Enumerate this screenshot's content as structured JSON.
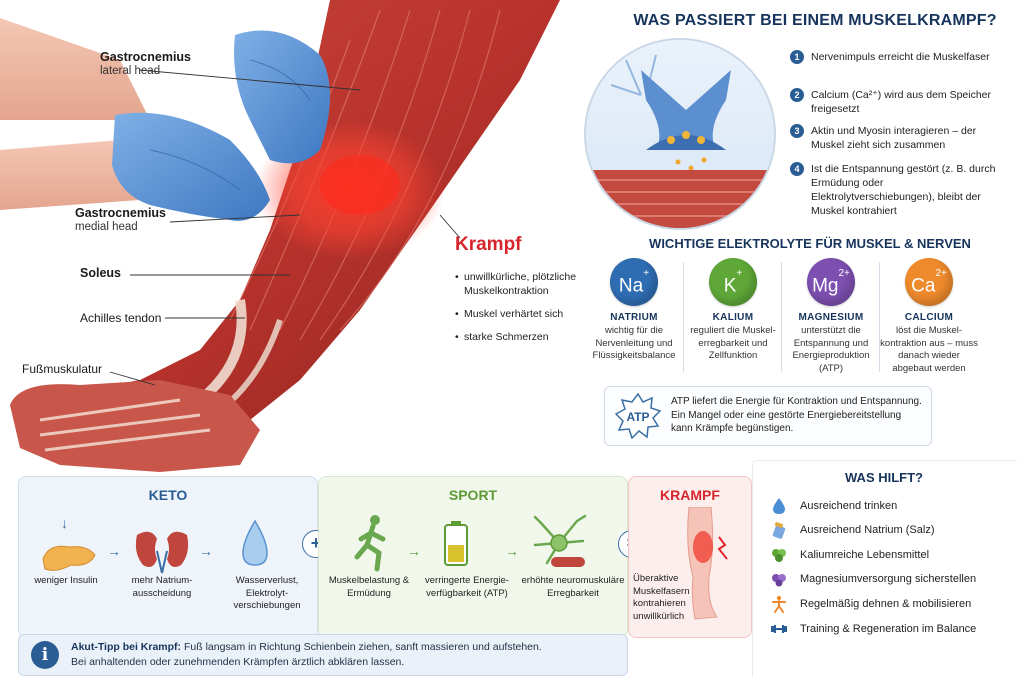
{
  "main_title": "WAS PASSIERT BEI EINEM MUSKELKRAMPF?",
  "leg_labels": {
    "gastrocnemius_lateral": {
      "name": "Gastrocnemius",
      "sub": "lateral head"
    },
    "gastrocnemius_medial": {
      "name": "Gastrocnemius",
      "sub": "medial head"
    },
    "soleus": "Soleus",
    "achilles": "Achilles tendon",
    "fussmuskulatur": "Fußmuskulatur"
  },
  "krampf": {
    "title": "Krampf",
    "bullets": [
      "unwillkürliche, plötzliche Muskelkontraktion",
      "Muskel verhärtet sich",
      "starke Schmerzen"
    ]
  },
  "steps": [
    {
      "num": "1",
      "text": "Nervenimpuls erreicht die Muskelfaser"
    },
    {
      "num": "2",
      "text": "Calcium (Ca²⁺) wird aus dem Speicher freigesetzt"
    },
    {
      "num": "3",
      "text": "Aktin und Myosin interagieren – der Muskel zieht sich zusammen"
    },
    {
      "num": "4",
      "text": "Ist die Entspannung gestört (z. B. durch Ermüdung oder Elektrolytverschiebungen), bleibt der Muskel kontrahiert"
    }
  ],
  "electrolytes_title": "WICHTIGE ELEKTROLYTE FÜR MUSKEL & NERVEN",
  "electrolytes": [
    {
      "symbol": "Na",
      "charge": "+",
      "name": "NATRIUM",
      "desc": "wichtig für die Nervenleitung und Flüssigkeitsbalance",
      "color": "#2f6db3"
    },
    {
      "symbol": "K",
      "charge": "+",
      "name": "KALIUM",
      "desc": "reguliert die Muskel-erregbarkeit und Zellfunktion",
      "color": "#5fa838"
    },
    {
      "symbol": "Mg",
      "charge": "2+",
      "name": "MAGNESIUM",
      "desc": "unterstützt die Entspannung und Energieproduktion (ATP)",
      "color": "#7d4fb0"
    },
    {
      "symbol": "Ca",
      "charge": "2+",
      "name": "CALCIUM",
      "desc": "löst die Muskel-kontraktion aus – muss danach wieder abgebaut werden",
      "color": "#ef8a2c"
    }
  ],
  "atp": {
    "badge": "ATP",
    "text": "ATP liefert die Energie für Kontraktion und Entspannung. Ein Mangel oder eine gestörte Energiebereitstellung kann Krämpfe begünstigen."
  },
  "keto": {
    "title": "KETO",
    "items": [
      "weniger Insulin",
      "mehr Natrium-ausscheidung",
      "Wasserverlust, Elektrolyt-verschiebungen"
    ]
  },
  "sport": {
    "title": "SPORT",
    "items": [
      "Muskelbelastung & Ermüdung",
      "verringerte Energie-verfügbarkeit (ATP)",
      "erhöhte neuromuskuläre Erregbarkeit"
    ]
  },
  "krampf_panel": {
    "title": "KRAMPF",
    "text": "Überaktive Muskelfasern kontrahieren unwillkürlich"
  },
  "operators": {
    "plus": "+",
    "equals": "="
  },
  "tip": {
    "icon": "i",
    "bold": "Akut-Tipp bei Krampf:",
    "line1": "Fuß langsam in Richtung Schienbein ziehen, sanft massieren und aufstehen.",
    "line2": "Bei anhaltenden oder zunehmenden Krämpfen ärztlich abklären lassen."
  },
  "help": {
    "title": "WAS HILFT?",
    "items": [
      {
        "icon": "water-drop-icon",
        "label": "Ausreichend trinken"
      },
      {
        "icon": "salt-shaker-icon",
        "label": "Ausreichend Natrium (Salz)"
      },
      {
        "icon": "vegetables-icon",
        "label": "Kaliumreiche Lebensmittel"
      },
      {
        "icon": "magnesium-icon",
        "label": "Magnesiumversorgung sicherstellen"
      },
      {
        "icon": "stretching-icon",
        "label": "Regelmäßig dehnen & mobilisieren"
      },
      {
        "icon": "dumbbell-icon",
        "label": "Training & Regeneration im Balance"
      }
    ]
  }
}
